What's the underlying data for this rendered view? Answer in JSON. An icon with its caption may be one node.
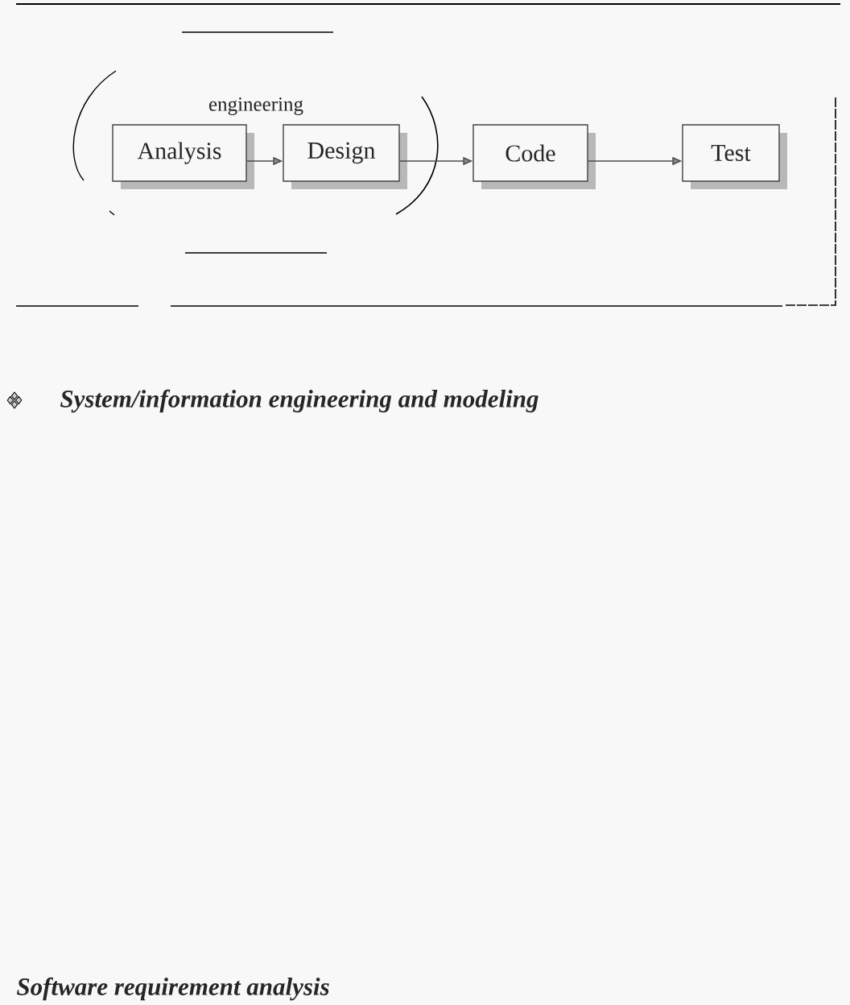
{
  "diagram": {
    "nodes": [
      {
        "text": [
          "Analysis"
        ]
      },
      {
        "text": [
          "Design"
        ]
      },
      {
        "text": [
          "Code"
        ]
      },
      {
        "text": [
          "Test"
        ]
      }
    ],
    "edges": [
      {
        "from": 0,
        "to": 1,
        "arrow": "to"
      },
      {
        "from": 1,
        "to": 2,
        "arrow": "to"
      },
      {
        "from": 2,
        "to": 3,
        "arrow": "to"
      }
    ],
    "labels": [
      "engineering",
      "System/information engineering and modeling",
      "Software requirement analysis"
    ]
  }
}
